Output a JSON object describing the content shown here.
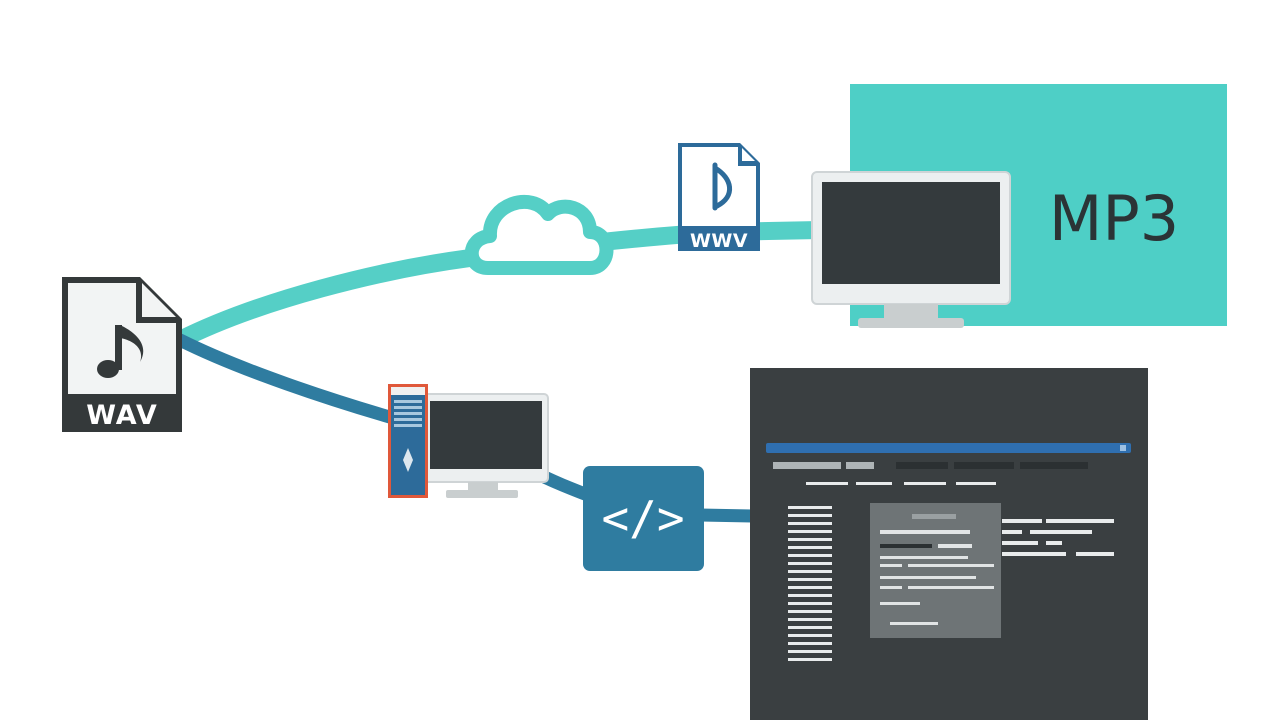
{
  "source_file": {
    "icon": "music-note-file-icon",
    "format_label": "WAV",
    "color": "#34393a"
  },
  "web_file": {
    "icon": "audio-file-icon",
    "label": "WWV",
    "color": "#2d6b9a"
  },
  "output_panel": {
    "label": "MP3",
    "color": "#4ecfc6"
  },
  "code_node": {
    "icon": "code-brackets-icon",
    "label": "</>",
    "color": "#2f7ca0"
  },
  "colors": {
    "cloud_path": "#55cfc6",
    "desktop_path": "#2f7ca0",
    "app_window_bg": "#3a3f41",
    "monitor_frame": "#eceff0",
    "monitor_screen": "#343a3d"
  }
}
